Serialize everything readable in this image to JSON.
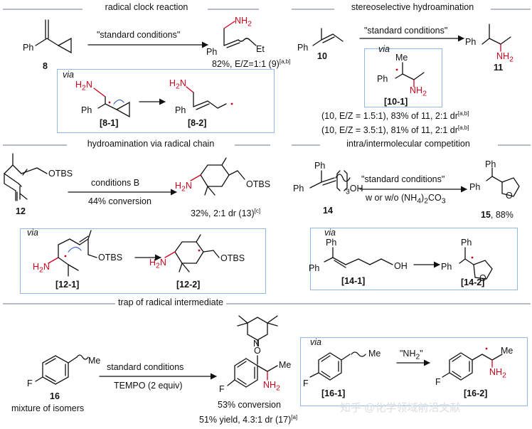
{
  "sections": {
    "s1": {
      "title": "radical clock reaction",
      "conditions": "\"standard conditions\"",
      "via": "via",
      "sm_num": "8",
      "yield_text": "82%, E/Z=1:1 (9)",
      "yield_sup": "[a,b]",
      "int1": "[8-1]",
      "int2": "[8-2]"
    },
    "s2": {
      "title": "stereoselective hydroamination",
      "conditions": "\"standard conditions\"",
      "via": "via",
      "sm_num": "10",
      "prod_num": "11",
      "int1": "[10-1]",
      "result1": "(10, E/Z = 1.5:1), 83% of 11, 2:1 dr",
      "result1_sup": "[a,b]",
      "result2": "(10, E/Z = 3.5:1), 81% of 11, 2:1 dr",
      "result2_sup": "[a,b]"
    },
    "s3": {
      "title": "hydroamination via radical chain",
      "conditions": "conditions B",
      "conversion": "44% conversion",
      "sm_num": "12",
      "yield_text": "32%, 2:1 dr (13)",
      "yield_sup": "[c]",
      "via": "via",
      "int1": "[12-1]",
      "int2": "[12-2]"
    },
    "s4": {
      "title": "intra/intermolecular competition",
      "conditions": "\"standard conditions\"",
      "conditions2": "w or w/o (NH4)2CO3",
      "sm_num": "14",
      "yield_text": "15, 88%",
      "via": "via",
      "int1": "[14-1]",
      "int2": "[14-2]"
    },
    "s5": {
      "title": "trap of radical intermediate",
      "conditions": "standard conditions",
      "conditions2": "TEMPO (2 equiv)",
      "sm_num": "16",
      "sm_caption": "mixture of isomers",
      "conversion": "53% conversion",
      "yield_text": "51% yield, 4.3:1 dr (17)",
      "yield_sup": "[a]",
      "via": "via",
      "reagent": "\"NH2\"",
      "int1": "[16-1]",
      "int2": "[16-2]"
    }
  },
  "labels": {
    "Ph": "Ph",
    "NH2": "NH2",
    "H2N": "H2N",
    "Et": "Et",
    "Me": "Me",
    "OTBS": "OTBS",
    "OH": "OH",
    "O": "O",
    "N": "N",
    "F": "F",
    "subscript3": "3"
  },
  "watermark": "知乎 @化学领域前沿文献",
  "colors": {
    "bond": "#111111",
    "amine": "#d0021b",
    "box": "#8fb8e6",
    "rule": "#b7bbc9",
    "arrow_blue": "#2a56c6"
  }
}
